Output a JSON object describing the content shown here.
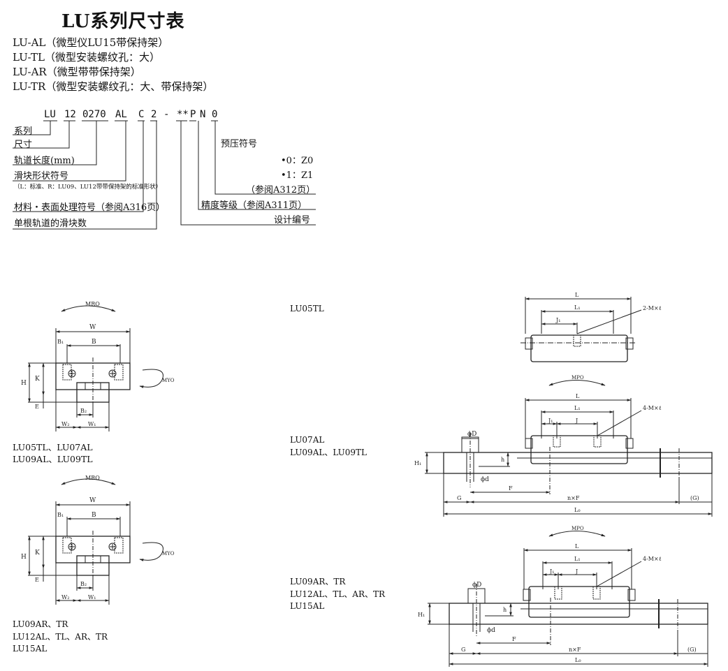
{
  "header": {
    "title": "LU系列尺寸表",
    "variants": [
      "LU-AL（微型仪LU15带保持架）",
      "LU-TL（微型安装螺纹孔：大）",
      "LU-AR（微型带带保持架）",
      "LU-TR（微型安装螺纹孔：大、带保持架）"
    ]
  },
  "code_diagram": {
    "segments": [
      "LU",
      "12",
      "0270",
      "AL",
      "C",
      "2",
      "-",
      "**",
      "P",
      "N",
      "0"
    ],
    "left_labels": [
      "系列",
      "尺寸",
      "轨道长度(mm)",
      "滑块形状符号",
      "（L：标准、R：LU09、LU12带带保持架的标准形状）",
      "材料・表面处理符号（参阅A316页）",
      "单根轨道的滑块数"
    ],
    "right_labels": {
      "preload_title": "预压符号",
      "preload_opt0": "•0：Z0",
      "preload_opt1": "•1：Z1",
      "preload_ref": "（参阅A312页）",
      "accuracy": "精度等级（参阅A311页）",
      "design": "设计编号"
    }
  },
  "drawings": {
    "dims": {
      "W": "W",
      "B": "B",
      "B1": "B₁",
      "B2": "B₂",
      "H": "H",
      "K": "K",
      "E": "E",
      "W1": "W₁",
      "W2": "W₂",
      "MRO": "MRO",
      "MYO": "MYO",
      "MPO": "MPO",
      "L": "L",
      "L1": "L₁",
      "J": "J",
      "J1": "J₁",
      "M2": "2-M×ℓ",
      "M4": "4-M×ℓ",
      "phiD": "ϕD",
      "phid": "ϕd",
      "h": "h",
      "H1": "H₁",
      "F": "F",
      "G": "G",
      "nF": "n×F",
      "G2": "(G)",
      "L0": "L₀"
    },
    "captions": {
      "front1": [
        "LU05TL、LU07AL",
        "LU09AL、LU09TL"
      ],
      "front2": [
        "LU09AR、TR",
        "LU12AL、TL、AR、TR",
        "LU15AL"
      ],
      "side1": [
        "LU05TL"
      ],
      "side2": [
        "LU07AL",
        "LU09AL、LU09TL"
      ],
      "side3": [
        "LU09AR、TR",
        "LU12AL、TL、AR、TR",
        "LU15AL"
      ]
    }
  }
}
